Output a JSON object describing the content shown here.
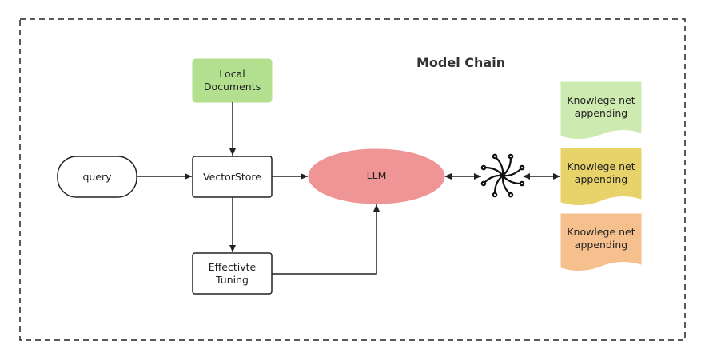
{
  "diagram": {
    "title": "Model Chain",
    "nodes": {
      "local_documents": "Local\nDocuments",
      "query": "query",
      "vectorstore": "VectorStore",
      "llm": "LLM",
      "effective_tuning": "Effectivte\nTuning",
      "knowledge_1": "Knowlege net\nappending",
      "knowledge_2": "Knowlege net\nappending",
      "knowledge_3": "Knowlege net\nappending"
    },
    "colors": {
      "local_documents": "#b3e08f",
      "llm": "#f09595",
      "knowledge_1": "#cdeab0",
      "knowledge_2": "#e8d36a",
      "knowledge_3": "#f5c08e",
      "stroke": "#222222"
    }
  }
}
